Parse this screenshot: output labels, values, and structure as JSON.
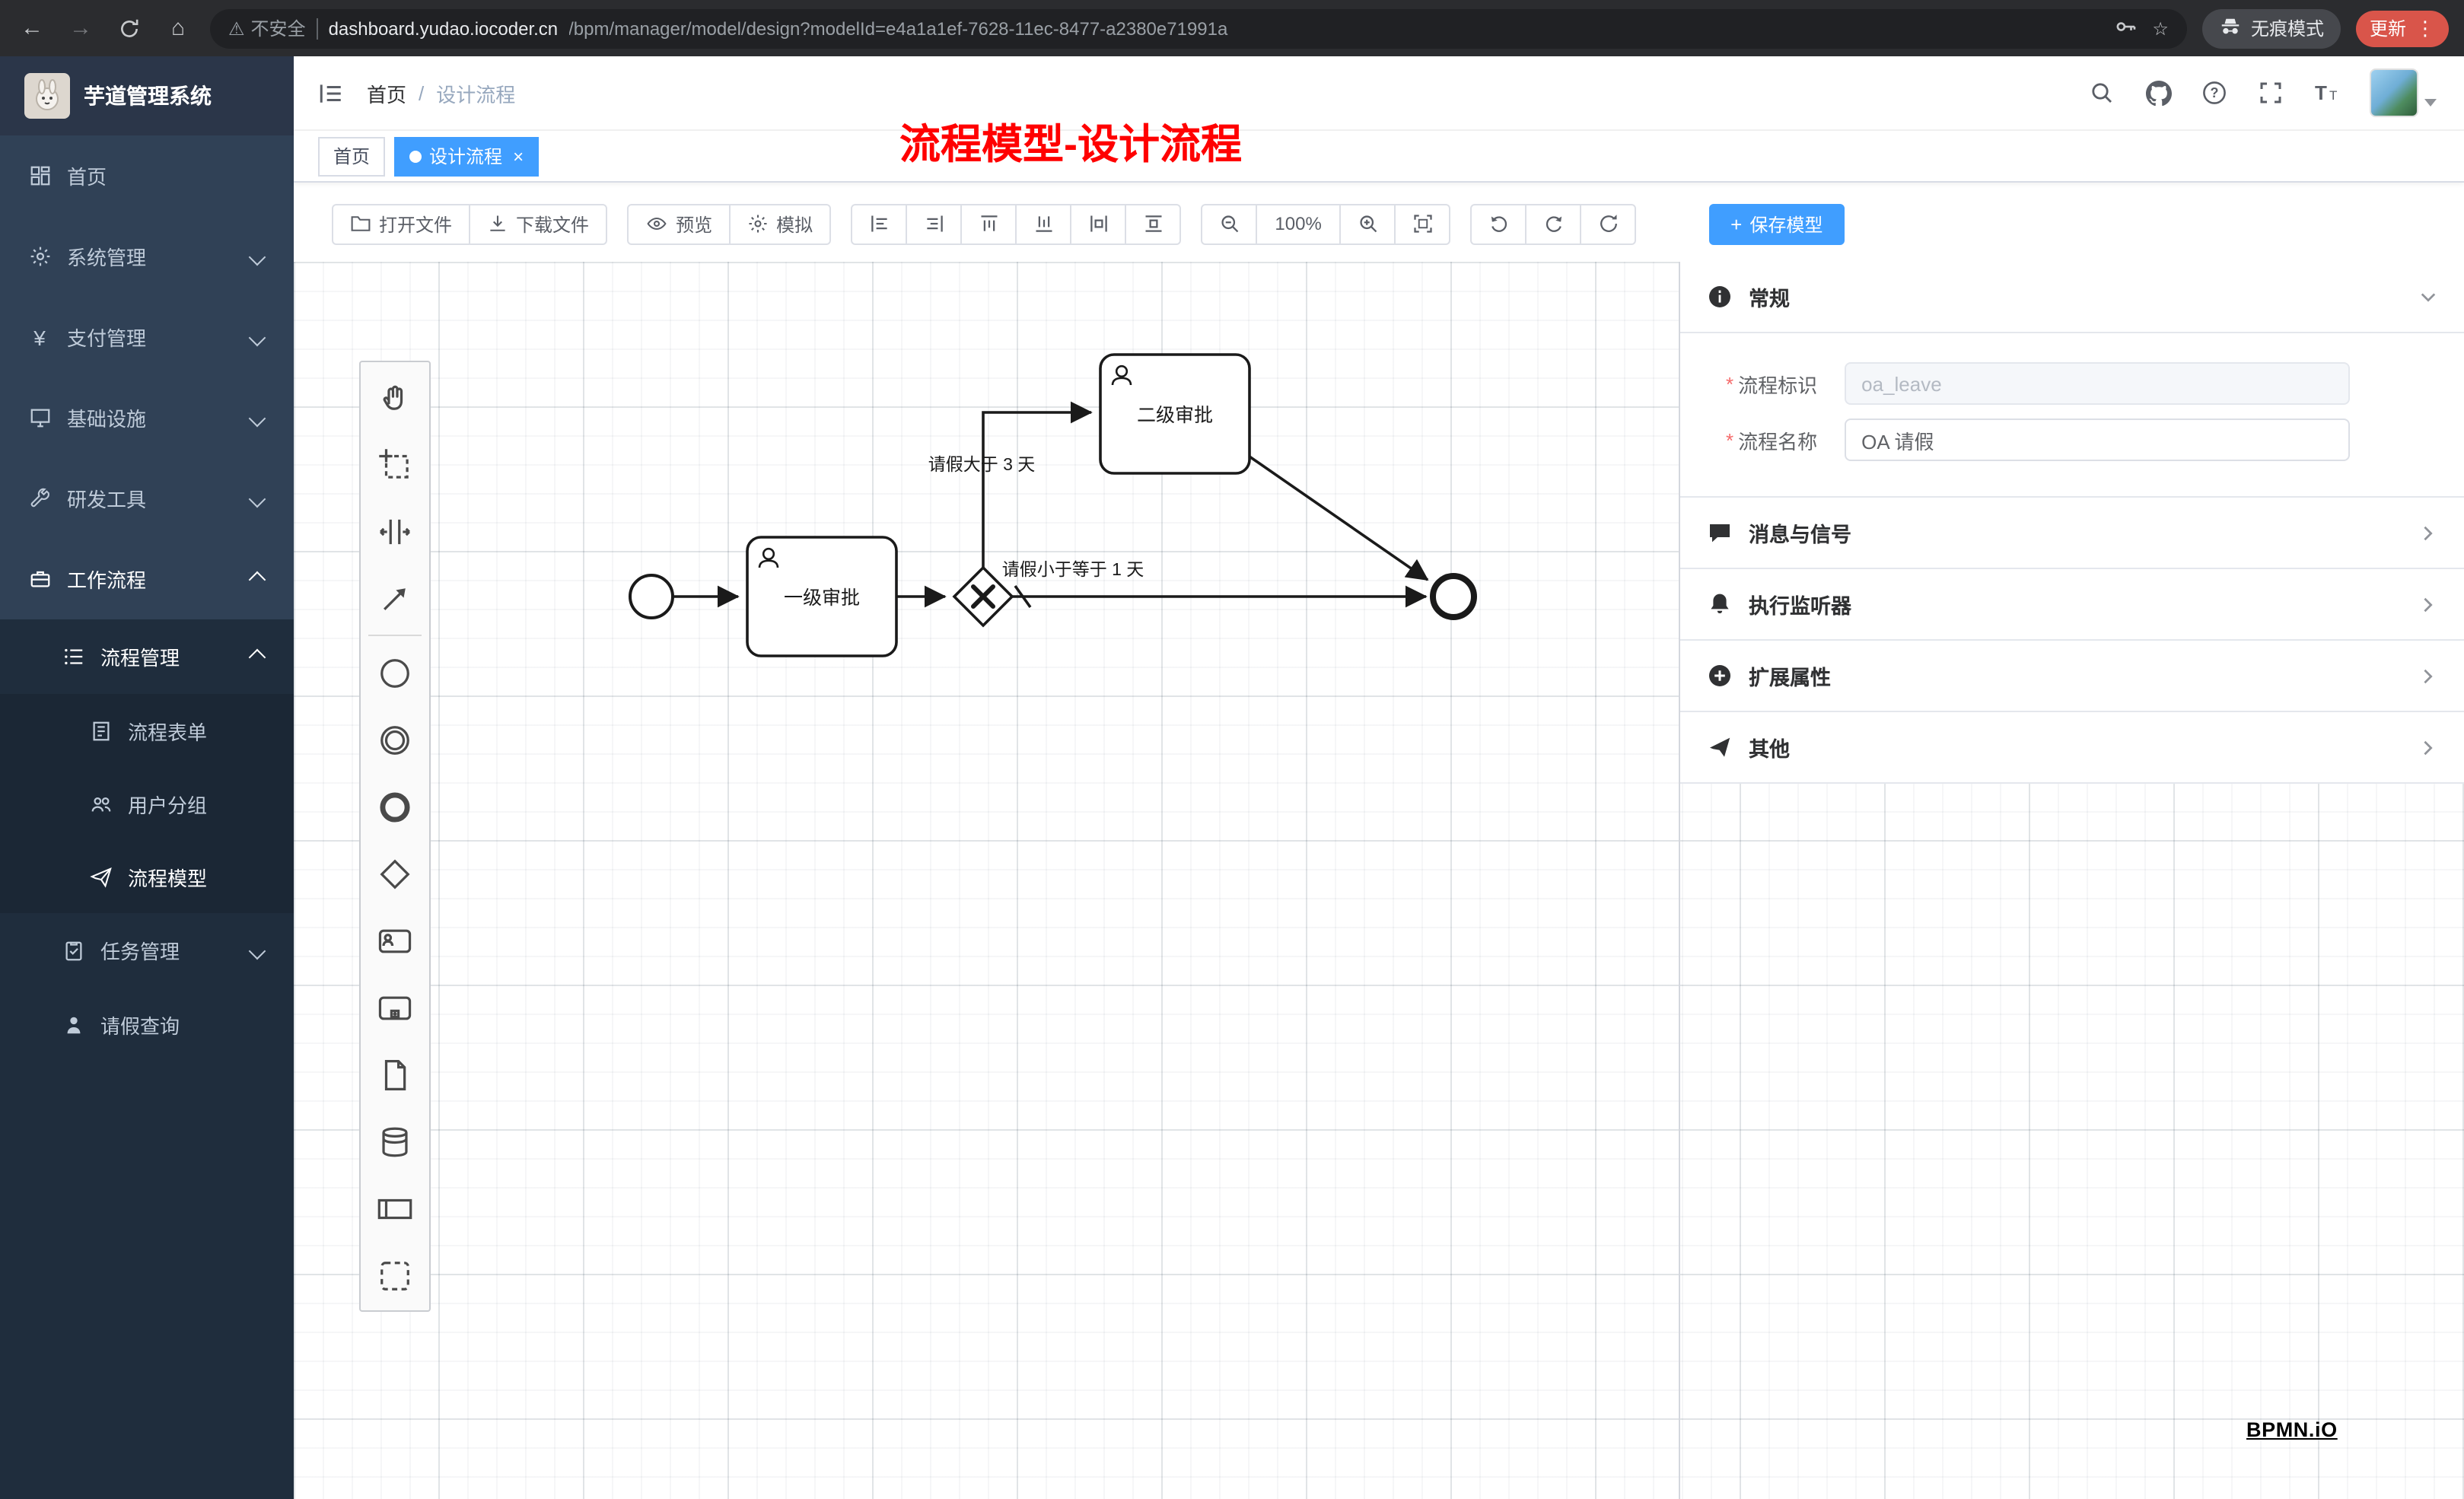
{
  "browser": {
    "security_label": "不安全",
    "url_host": "dashboard.yudao.iocoder.cn",
    "url_path": "/bpm/manager/model/design?modelId=e4a1a1ef-7628-11ec-8477-a2380e71991a",
    "incognito_label": "无痕模式",
    "update_label": "更新"
  },
  "sidebar": {
    "app_title": "芋道管理系统",
    "items": [
      {
        "label": "首页",
        "icon": "dashboard-icon",
        "level": 1
      },
      {
        "label": "系统管理",
        "icon": "gear-icon",
        "level": 1,
        "chevron": "down"
      },
      {
        "label": "支付管理",
        "icon": "yen-icon",
        "level": 1,
        "chevron": "down"
      },
      {
        "label": "基础设施",
        "icon": "infra-icon",
        "level": 1,
        "chevron": "down"
      },
      {
        "label": "研发工具",
        "icon": "tools-icon",
        "level": 1,
        "chevron": "down"
      },
      {
        "label": "工作流程",
        "icon": "workflow-icon",
        "level": 1,
        "chevron": "up",
        "active": true
      },
      {
        "label": "流程管理",
        "icon": "process-manage-icon",
        "level": 2,
        "chevron": "up",
        "active": true
      },
      {
        "label": "流程表单",
        "icon": "form-icon",
        "level": 3
      },
      {
        "label": "用户分组",
        "icon": "user-group-icon",
        "level": 3
      },
      {
        "label": "流程模型",
        "icon": "paper-plane-icon",
        "level": 3,
        "active": true
      },
      {
        "label": "任务管理",
        "icon": "task-icon",
        "level": 2,
        "chevron": "down"
      },
      {
        "label": "请假查询",
        "icon": "person-icon",
        "level": 2
      }
    ]
  },
  "header": {
    "breadcrumb_home": "首页",
    "breadcrumb_separator": "/",
    "breadcrumb_current": "设计流程",
    "annotation": "流程模型-设计流程"
  },
  "tabs": [
    {
      "label": "首页",
      "active": false
    },
    {
      "label": "设计流程",
      "active": true,
      "close": "×"
    }
  ],
  "toolbar": {
    "open_label": "打开文件",
    "download_label": "下载文件",
    "preview_label": "预览",
    "simulate_label": "模拟",
    "zoom_value": "100%",
    "save_label": "保存模型",
    "save_plus": "+"
  },
  "panel": {
    "sections": [
      {
        "title": "常规",
        "icon": "info-icon",
        "expanded": true
      },
      {
        "title": "消息与信号",
        "icon": "message-icon"
      },
      {
        "title": "执行监听器",
        "icon": "bell-icon"
      },
      {
        "title": "扩展属性",
        "icon": "plus-circle-icon"
      },
      {
        "title": "其他",
        "icon": "send-icon"
      }
    ],
    "fields": [
      {
        "label": "流程标识",
        "required": "*",
        "value": "oa_leave",
        "disabled": true
      },
      {
        "label": "流程名称",
        "required": "*",
        "value": "OA 请假",
        "disabled": false
      }
    ]
  },
  "diagram": {
    "task1": "一级审批",
    "task2": "二级审批",
    "cond_gt": "请假大于 3 天",
    "cond_le": "请假小于等于 1 天"
  },
  "watermark": {
    "text": "BPMN.iO"
  }
}
